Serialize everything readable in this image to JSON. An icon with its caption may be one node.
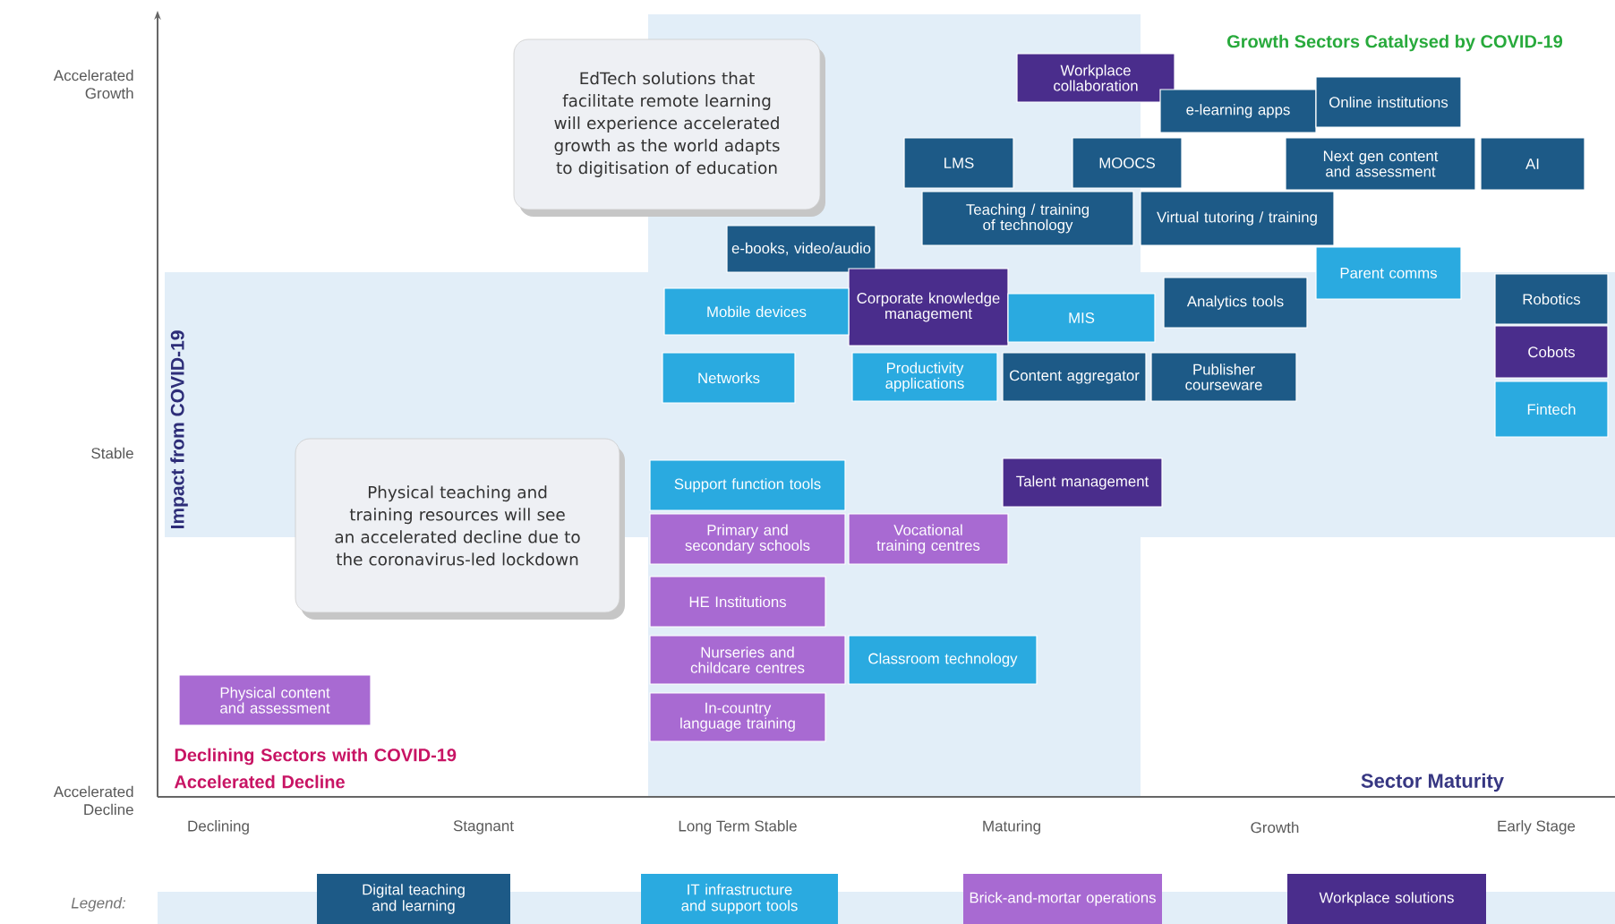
{
  "diagram": {
    "nodes": [
      {
        "text": [
          "EdTech solutions that facilitate remote learning will experience accelerated growth as the world adapts to digitisation of education"
        ]
      },
      {
        "text": [
          "Workplace collaboration"
        ]
      },
      {
        "text": [
          "e-learning apps"
        ]
      },
      {
        "text": [
          "Online institutions"
        ]
      },
      {
        "text": [
          "LMS"
        ]
      },
      {
        "text": [
          "MOOCS"
        ]
      },
      {
        "text": [
          "Next gen content and assessment"
        ]
      },
      {
        "text": [
          "AI"
        ]
      },
      {
        "text": [
          "Teaching / training of technology"
        ]
      },
      {
        "text": [
          "Virtual tutoring / training"
        ]
      },
      {
        "text": [
          "e-books, video/audio"
        ]
      },
      {
        "text": [
          "Parent comms"
        ]
      },
      {
        "text": [
          "Corporate knowledge management"
        ]
      },
      {
        "text": [
          "Mobile devices"
        ]
      },
      {
        "text": [
          "MIS"
        ]
      },
      {
        "text": [
          "Analytics tools"
        ]
      },
      {
        "text": [
          "Robotics"
        ]
      },
      {
        "text": [
          "Networks"
        ]
      },
      {
        "text": [
          "Productivity applications"
        ]
      },
      {
        "text": [
          "Content aggregator"
        ]
      },
      {
        "text": [
          "Publisher courseware"
        ]
      },
      {
        "text": [
          "Cobots"
        ]
      },
      {
        "text": [
          "Fintech"
        ]
      },
      {
        "text": [
          "Physical teaching and training resources will see an accelerated decline due to the coronavirus-led lockdown"
        ]
      },
      {
        "text": [
          "Support function tools"
        ]
      },
      {
        "text": [
          "Talent management"
        ]
      },
      {
        "text": [
          "Primary and secondary schools"
        ]
      },
      {
        "text": [
          "Vocational training centres"
        ]
      },
      {
        "text": [
          "HE Institutions"
        ]
      },
      {
        "text": [
          "Nurseries and childcare centres"
        ]
      },
      {
        "text": [
          "Classroom technology"
        ]
      },
      {
        "text": [
          "In-country language training"
        ]
      },
      {
        "text": [
          "Physical content and assessment"
        ]
      }
    ],
    "labels": [
      "Growth Sectors Catalysed by COVID-19",
      "Accelerated Growth",
      "Impact from COVID-19",
      "Stable",
      "Declining Sectors with COVID-19 Accelerated Decline",
      "Sector Maturity",
      "Accelerated Decline",
      "Declining",
      "Stagnant",
      "Long Term Stable",
      "Maturing",
      "Growth",
      "Early Stage",
      "Legend:"
    ],
    "legend": [
      {
        "text": "Digital teaching and learning",
        "color": "#1d5a87"
      },
      {
        "text": "IT infrastructure and support tools",
        "color": "#2aaae0"
      },
      {
        "text": "Brick-and-mortar operations",
        "color": "#a86ad2"
      },
      {
        "text": "Workplace solutions",
        "color": "#4a2d8c"
      }
    ]
  }
}
